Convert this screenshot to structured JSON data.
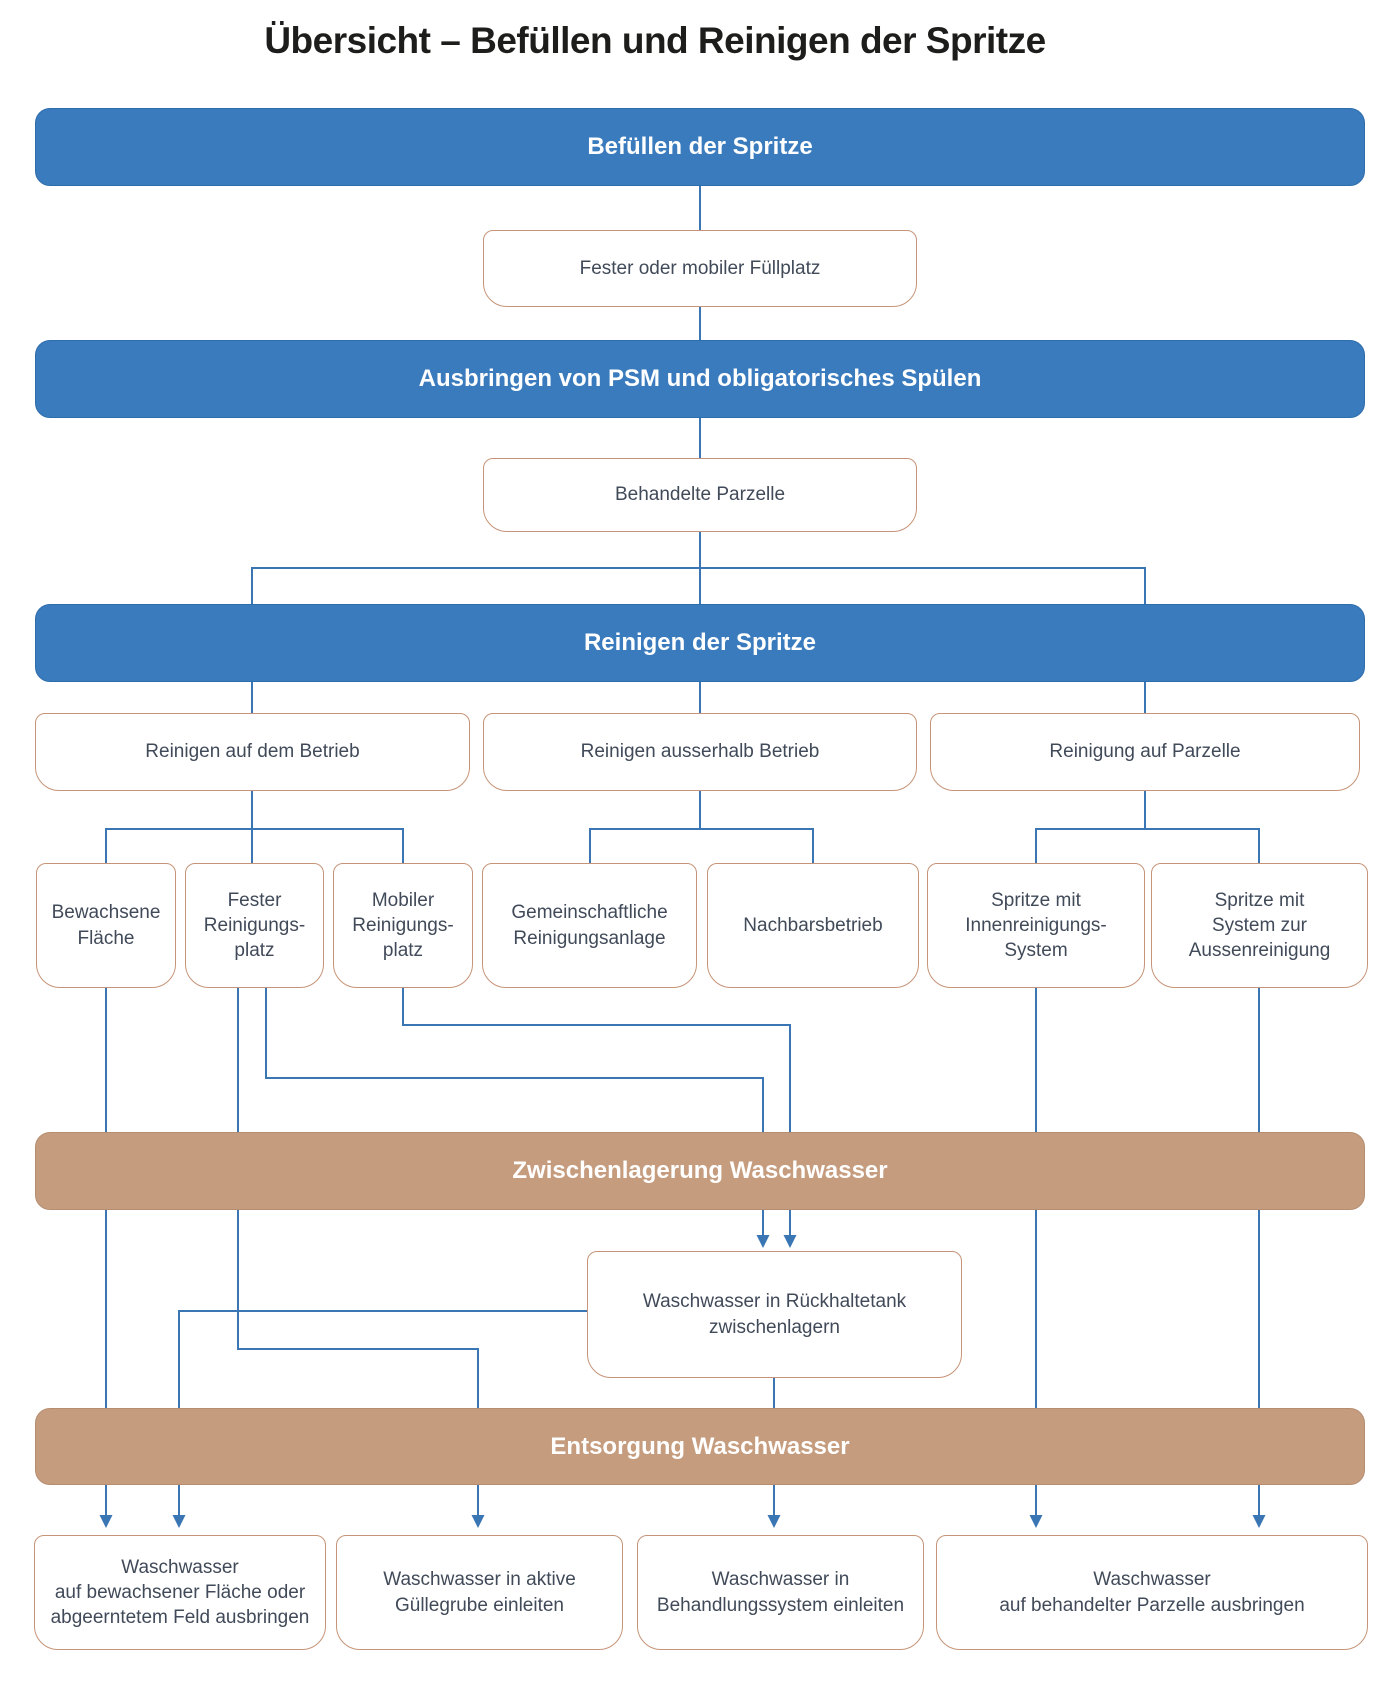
{
  "title": "Übersicht – Befüllen und Reinigen der Spritze",
  "colors": {
    "banner_blue": "#3a7bbe",
    "banner_blue_border": "#2e6dab",
    "banner_brown": "#c59c7e",
    "banner_brown_border": "#b58e71",
    "box_border": "#c69478",
    "line_blue": "#3a76b4",
    "box_text": "#414a59",
    "banner_text": "#ffffff",
    "title_color": "#1d1d1b",
    "background": "#ffffff"
  },
  "banners": {
    "befuellen": "Befüllen der Spritze",
    "ausbringen": "Ausbringen von PSM und obligatorisches Spülen",
    "reinigen": "Reinigen der Spritze",
    "zwischenlagerung": "Zwischenlagerung Waschwasser",
    "entsorgung": "Entsorgung Waschwasser"
  },
  "nodes": {
    "fuellplatz": "Fester oder mobiler Füllplatz",
    "behandelte_parzelle": "Behandelte Parzelle",
    "reinigen_betrieb": "Reinigen auf dem Betrieb",
    "reinigen_ausserhalb": "Reinigen ausserhalb Betrieb",
    "reinigung_parzelle": "Reinigung auf Parzelle",
    "bewachsene_flaeche": "Bewachsene\nFläche",
    "fester_platz": "Fester\nReinigungs-\nplatz",
    "mobiler_platz": "Mobiler\nReinigungs-\nplatz",
    "gemeinschaftliche_anlage": "Gemeinschaftliche\nReinigungsanlage",
    "nachbarsbetrieb": "Nachbarsbetrieb",
    "spritze_innenreinigung": "Spritze mit\nInnenreinigungs-\nSystem",
    "spritze_aussenreinigung": "Spritze mit\nSystem zur\nAussenreinigung",
    "rueckhaltetank": "Waschwasser in Rückhaltetank\nzwischenlagern",
    "ww_bewachsene_flaeche": "Waschwasser\nauf bewachsener Fläche oder\nabgeerntetem Feld ausbringen",
    "ww_guellegrube": "Waschwasser in aktive\nGüllegrube einleiten",
    "ww_behandlungssystem": "Waschwasser in\nBehandlungssystem einleiten",
    "ww_behandelte_parzelle": "Waschwasser\nauf behandelter Parzelle ausbringen"
  }
}
